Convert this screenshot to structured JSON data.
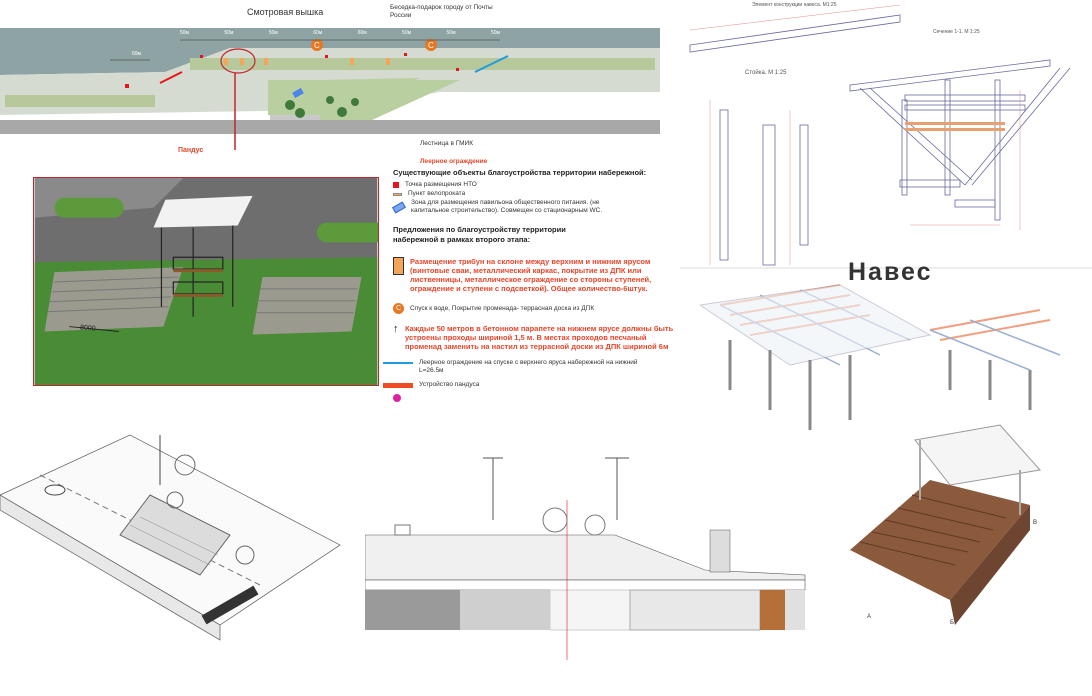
{
  "plan": {
    "tower_label": "Смотровая вышка",
    "gazebo_label": "Беседка-подарок городу от Почты России",
    "ramp_label": "Пандус",
    "stairs_label": "Лестница в ГМИК",
    "railing_label": "Леерное ограждение",
    "distances": [
      "60м",
      "50м",
      "50м",
      "50м",
      "60м",
      "60м",
      "50м",
      "50м",
      "50м",
      "50м"
    ],
    "descent_marker": "С",
    "render_dimension": "8000"
  },
  "legend": {
    "existing_title": "Существующие объекты благоустройства территории набережной:",
    "existing_items": [
      {
        "label": "Точка размещения НТО",
        "color": "#e8141c"
      },
      {
        "label": "Пункт велопроката",
        "color": "#f5b73b"
      },
      {
        "label": "Зона для размещения павильона общественного питания. (не капитальное строительство). Совмещен со стационарным WC.",
        "color": "#4a86e8"
      }
    ],
    "proposals_title": "Предложения по благоустройству территории набережной в рамках второго этапа:",
    "stands_text": "Размещение трибун на склоне между верхним и нижним ярусом (винтовые сваи, металлический каркас, покрытие из ДПК или лиственницы, металлическое ограждение со стороны ступеней, ограждение и ступени с подсветкой). Общее количество-6штук.",
    "descent_text": "Спуск к воде, Покрытие променада- террасная доска из ДПК",
    "passages_text": "Каждые 50 метров в бетонном парапете на нижнем ярусе должны быть устроены проходы шириной 1,5 м. В местах проходов песчаный променад заменить на настил из террасной доски из ДПК шириной 6м",
    "railing_text": "Леерное ограждение на спуске с верхнего яруса набережной на нижний L=26.5м",
    "ramp_text": "Устройство пандуса",
    "colors": {
      "accent": "#e8452a",
      "stand": "#f5a55a",
      "railing": "#1e9be0",
      "ramp": "#f04b23",
      "marker": "#e020a0"
    }
  },
  "drawings": {
    "canopy_title": "Навес",
    "element_title": "Элемент конструкции навеса. М1:25",
    "post_title": "Стойка. М 1:25",
    "section_title": "Сечение 1-1. М 1:25",
    "axis_a": "А",
    "axis_b": "Б",
    "axis_v": "В"
  }
}
